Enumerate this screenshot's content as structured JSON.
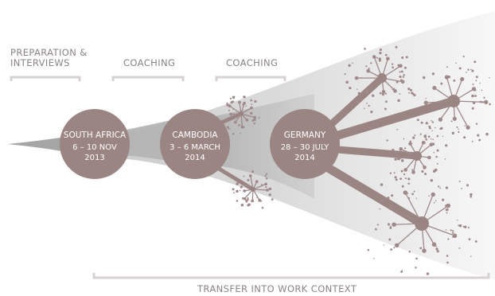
{
  "phases": [
    {
      "label": "PREPARATION &\nINTERVIEWS"
    },
    {
      "label": "COACHING"
    },
    {
      "label": "COACHING"
    }
  ],
  "events": [
    {
      "country": "SOUTH AFRICA",
      "dates": "6 – 10 NOV",
      "year": "2013"
    },
    {
      "country": "CAMBODIA",
      "dates": "3 – 6 MARCH",
      "year": "2014"
    },
    {
      "country": "GERMANY",
      "dates": "28 – 30 JULY",
      "year": "2014"
    }
  ],
  "transfer": {
    "label": "TRANSFER INTO WORK CONTEXT"
  },
  "colors": {
    "circle": "#9a8583",
    "bracket": "#d6d2d2",
    "text": "#8a8384",
    "funnel": "#c9c9c9",
    "burst": "#a0898a"
  },
  "icons": {
    "burst": "sparkle-burst-icon"
  }
}
